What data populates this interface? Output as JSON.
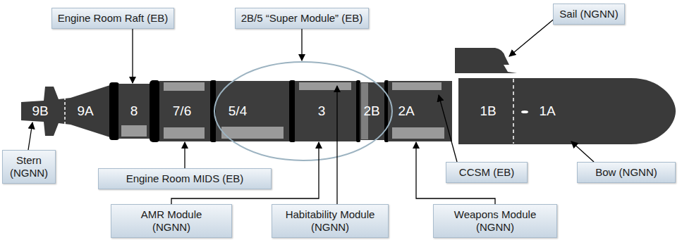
{
  "diagram": {
    "nodes": [
      {
        "text": [
          "Engine Room Raft (EB)"
        ]
      },
      {
        "text": [
          "2B/5 “Super Module” (EB)"
        ]
      },
      {
        "text": [
          "Sail (NGNN)"
        ]
      },
      {
        "text": [
          "Stern (NGNN)"
        ]
      },
      {
        "text": [
          "Engine Room MIDS (EB)"
        ]
      },
      {
        "text": [
          "CCSM (EB)"
        ]
      },
      {
        "text": [
          "Bow (NGNN)"
        ]
      },
      {
        "text": [
          "AMR Module (NGNN)"
        ]
      },
      {
        "text": [
          "Habitability Module (NGNN)"
        ]
      },
      {
        "text": [
          "Weapons Module (NGNN)"
        ]
      }
    ],
    "labels": [
      "9B",
      "9A",
      "8",
      "7/6",
      "5/4",
      "3",
      "2B",
      "2A",
      "1B",
      "1A"
    ]
  }
}
